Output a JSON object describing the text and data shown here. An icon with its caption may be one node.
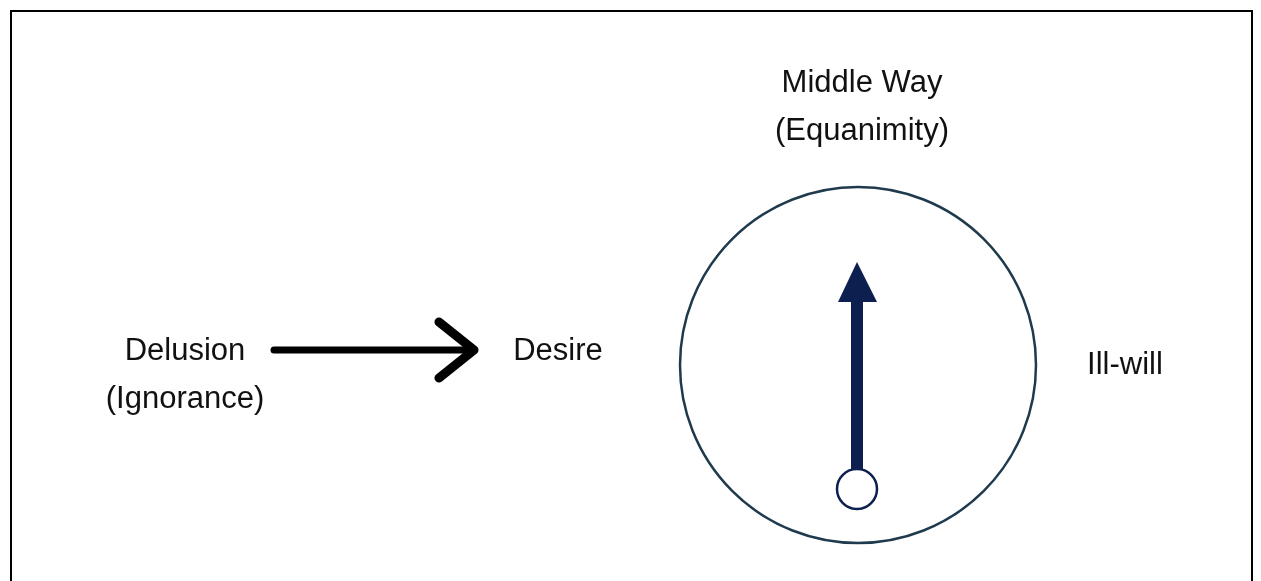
{
  "diagram": {
    "nodes": [
      {
        "text": [
          "Delusion (Ignorance)"
        ]
      },
      {
        "text": [
          "Desire"
        ]
      }
    ],
    "edges": [
      {
        "from": 0,
        "to": 1,
        "arrow": "to"
      }
    ],
    "labels": [
      "Middle Way (Equanimity)",
      "Ill-will"
    ]
  }
}
